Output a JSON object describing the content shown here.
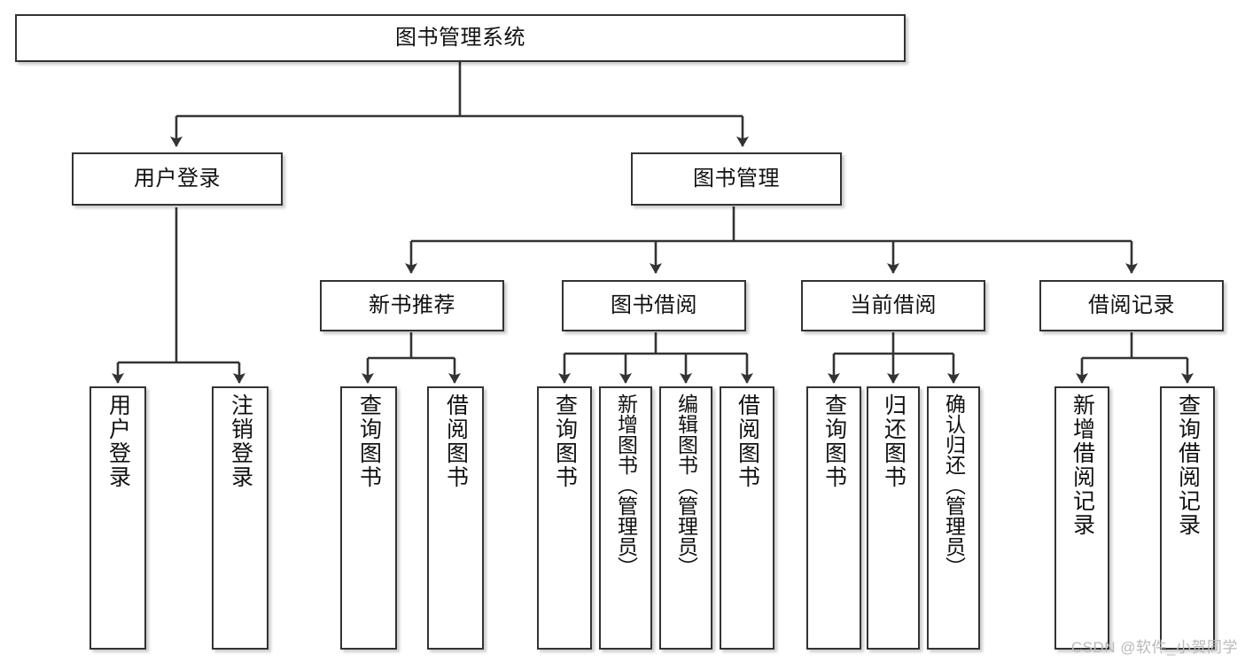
{
  "diagram": {
    "title": "图书管理系统",
    "type": "tree",
    "root": {
      "id": "root",
      "label": "图书管理系统"
    },
    "level1": [
      {
        "id": "user-login",
        "label": "用户登录"
      },
      {
        "id": "book-manage",
        "label": "图书管理"
      }
    ],
    "level2": [
      {
        "id": "new-book-rec",
        "label": "新书推荐",
        "parent": "book-manage"
      },
      {
        "id": "book-borrow",
        "label": "图书借阅",
        "parent": "book-manage"
      },
      {
        "id": "current-borrow",
        "label": "当前借阅",
        "parent": "book-manage"
      },
      {
        "id": "borrow-record",
        "label": "借阅记录",
        "parent": "book-manage"
      }
    ],
    "leaves": [
      {
        "id": "leaf-user-login",
        "label": "用户登录",
        "parent": "user-login"
      },
      {
        "id": "leaf-user-logout",
        "label": "注销登录",
        "parent": "user-login"
      },
      {
        "id": "leaf-query-book-1",
        "label": "查询图书",
        "parent": "new-book-rec"
      },
      {
        "id": "leaf-borrow-book-1",
        "label": "借阅图书",
        "parent": "new-book-rec"
      },
      {
        "id": "leaf-query-book-2",
        "label": "查询图书",
        "parent": "book-borrow"
      },
      {
        "id": "leaf-add-book",
        "label": "新增图书（管理员）",
        "parent": "book-borrow"
      },
      {
        "id": "leaf-edit-book",
        "label": "编辑图书（管理员）",
        "parent": "book-borrow"
      },
      {
        "id": "leaf-borrow-book-2",
        "label": "借阅图书",
        "parent": "book-borrow"
      },
      {
        "id": "leaf-query-book-3",
        "label": "查询图书",
        "parent": "current-borrow"
      },
      {
        "id": "leaf-return-book",
        "label": "归还图书",
        "parent": "current-borrow"
      },
      {
        "id": "leaf-confirm-return",
        "label": "确认归还（管理员）",
        "parent": "current-borrow"
      },
      {
        "id": "leaf-add-record",
        "label": "新增借阅记录",
        "parent": "borrow-record"
      },
      {
        "id": "leaf-query-record",
        "label": "查询借阅记录",
        "parent": "borrow-record"
      }
    ]
  },
  "watermark": {
    "text": "CSDN @软件_小贺同学"
  },
  "colors": {
    "box_border": "#333333",
    "box_fill": "#ffffff",
    "connector": "#333333",
    "text": "#111111",
    "watermark": "#b9b9b9",
    "background": "#ffffff"
  }
}
